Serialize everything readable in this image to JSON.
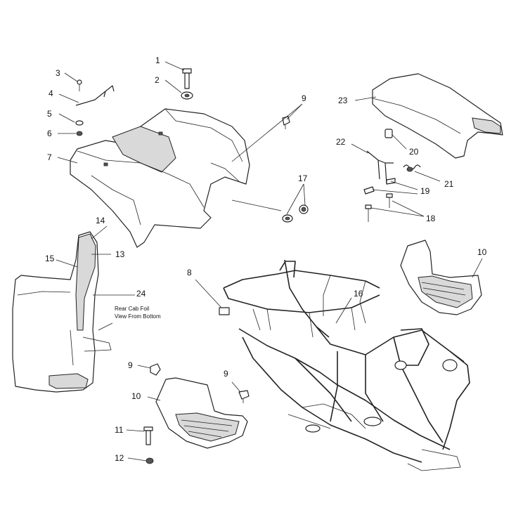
{
  "callouts": {
    "c1": "1",
    "c2": "2",
    "c3": "3",
    "c4": "4",
    "c5": "5",
    "c6": "6",
    "c7": "7",
    "c8": "8",
    "c9a": "9",
    "c9b": "9",
    "c9c": "9",
    "c10a": "10",
    "c10b": "10",
    "c11": "11",
    "c12": "12",
    "c13": "13",
    "c14": "14",
    "c15": "15",
    "c16": "16",
    "c17": "17",
    "c18": "18",
    "c19": "19",
    "c20": "20",
    "c21": "21",
    "c22": "22",
    "c23": "23",
    "c24": "24"
  },
  "note": {
    "line1": "Rear Cab Foil",
    "line2": "View From Bottom"
  }
}
